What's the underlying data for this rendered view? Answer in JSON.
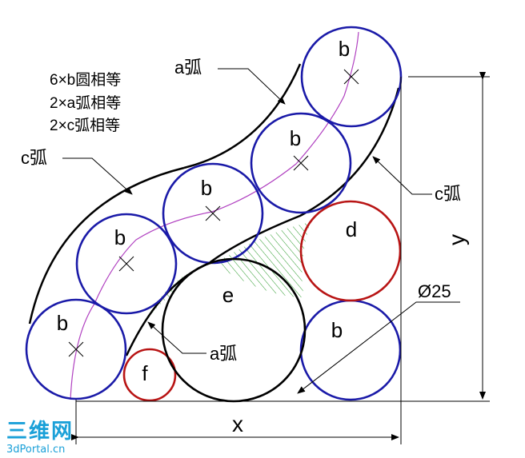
{
  "notes": [
    "6×b圆相等",
    "2×a弧相等",
    "2×c弧相等"
  ],
  "callouts": {
    "a_arc_top": "a弧",
    "a_arc_bottom": "a弧",
    "c_arc_left": "c弧",
    "c_arc_right": "c弧",
    "diameter": "Ø25"
  },
  "circle_labels": {
    "b1": "b",
    "b2": "b",
    "b3": "b",
    "b4": "b",
    "b5": "b",
    "b6": "b",
    "d": "d",
    "e": "e",
    "f": "f"
  },
  "dimensions": {
    "x": "x",
    "y": "y"
  },
  "watermark": {
    "main": "三维网",
    "sub": "3dPortal.cn"
  },
  "colors": {
    "blue": "#1a1aa8",
    "red": "#b81414",
    "black": "#000000",
    "magenta": "#b040c0",
    "hatch": "#2a9a2a",
    "watermark": "#1aa0d8"
  }
}
